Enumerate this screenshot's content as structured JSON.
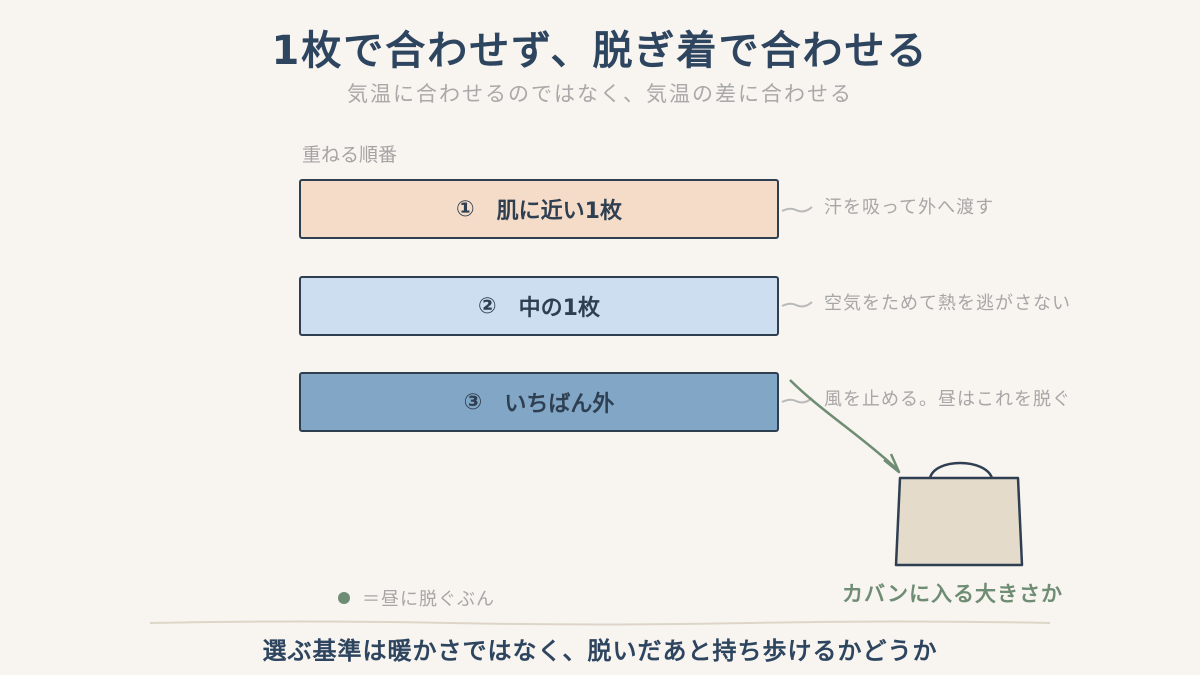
{
  "title": "1枚で合わせず、脱ぎ着で合わせる",
  "subtitle": "気温に合わせるのではなく、気温の差に合わせる",
  "order_label": "重ねる順番",
  "layers": [
    {
      "number": "①",
      "label": "肌に近い1枚",
      "note": "汗を吸って外へ渡す",
      "color": "#f4dcc8"
    },
    {
      "number": "②",
      "label": "中の1枚",
      "note": "空気をためて熱を逃がさない",
      "color": "#cddef0"
    },
    {
      "number": "③",
      "label": "いちばん外",
      "note": "風を止める。昼はこれを脱ぐ",
      "color": "#82a6c6"
    }
  ],
  "bag_label": "カバンに入る大きさか",
  "legend": {
    "text": "＝昼に脱ぐぶん",
    "color": "#6e8c74"
  },
  "footer": "選ぶ基準は暖かさではなく、脱いだあと持ち歩けるかどうか"
}
